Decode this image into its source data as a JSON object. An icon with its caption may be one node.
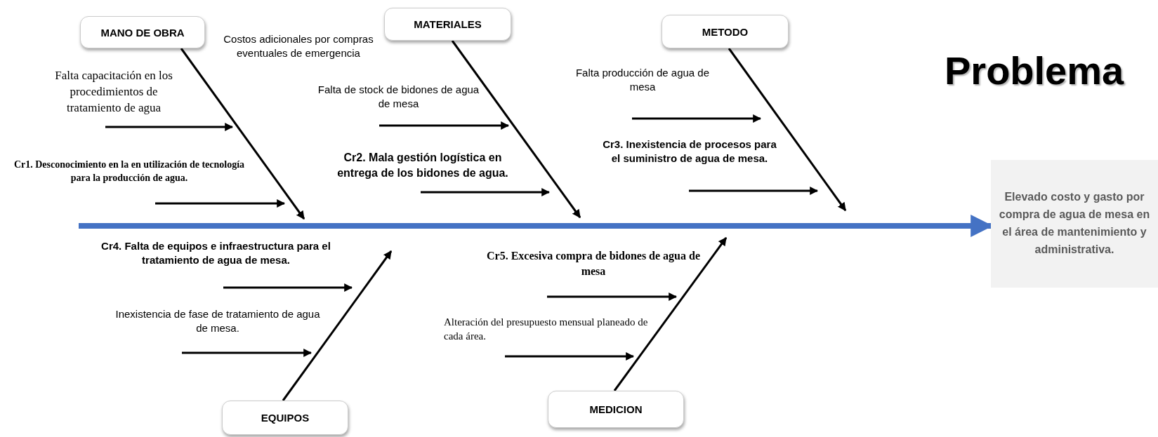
{
  "diagram": {
    "title": "Problema",
    "nodes": [
      {
        "text": [
          "MANO DE OBRA"
        ]
      },
      {
        "text": [
          "MATERIALES"
        ]
      },
      {
        "text": [
          "METODO"
        ]
      },
      {
        "text": [
          "Elevado costo y gasto por compra de agua de mesa en el área de mantenimiento y administrativa."
        ]
      },
      {
        "text": [
          "EQUIPOS"
        ]
      },
      {
        "text": [
          "MEDICION"
        ]
      }
    ],
    "edges": [
      {
        "from": 0,
        "to": null,
        "arrow": "to"
      },
      {
        "from": 1,
        "to": null,
        "arrow": "to"
      },
      {
        "from": 2,
        "to": null,
        "arrow": "to"
      },
      {
        "from": 4,
        "to": null,
        "arrow": "to"
      },
      {
        "from": 5,
        "to": null,
        "arrow": "to"
      },
      {
        "from": null,
        "to": 3,
        "arrow": "to",
        "style": "thick",
        "color": "#4472c4"
      }
    ],
    "labels": [
      "Costos adicionales por compras eventuales de emergencia",
      "Falta capacitación en los procedimientos de tratamiento de agua",
      "Falta de stock de bidones de agua de mesa",
      "Falta producción de agua de mesa",
      "Cr1. Desconocimiento en la en utilización de tecnología para la producción de agua.",
      "Cr2. Mala gestión logística en entrega de los bidones de agua.",
      "Cr3. Inexistencia de procesos para el suministro de agua de mesa.",
      "Cr4. Falta de equipos e infraestructura para el tratamiento de agua de mesa.",
      "Cr5. Excesiva compra de bidones de agua de mesa",
      "Inexistencia de fase de tratamiento de agua de mesa.",
      "Alteración del presupuesto mensual planeado de cada área."
    ]
  }
}
